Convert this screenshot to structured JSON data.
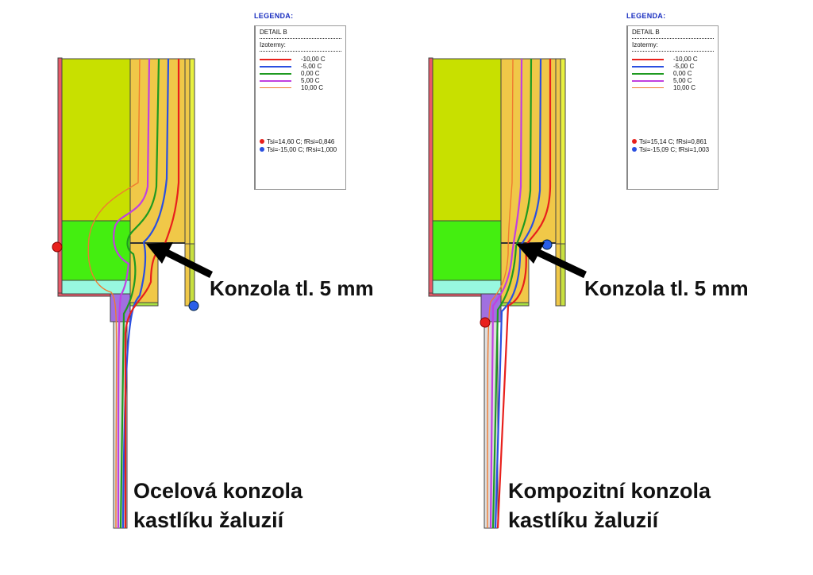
{
  "legend_title": "LEGENDA:",
  "isotherm_colors": [
    "#e8201c",
    "#2a4fe0",
    "#1e9a20",
    "#c040e0",
    "#f07a30"
  ],
  "panels": [
    {
      "legend": {
        "detail": "DETAIL B",
        "isotherms_label": "Izotermy:",
        "isotherms": [
          "-10,00 C",
          "-5,00 C",
          "0,00 C",
          "5,00 C",
          "10,00 C"
        ],
        "points": [
          "Tsi=14,60 C; fRsi=0,846",
          "Tsi=-15,00 C; fRsi=1,000"
        ]
      },
      "callout": "Konzola tl. 5 mm",
      "caption_line1": "Ocelová konzola",
      "caption_line2": "kastlíku žaluzií"
    },
    {
      "legend": {
        "detail": "DETAIL B",
        "isotherms_label": "Izotermy:",
        "isotherms": [
          "-10,00 C",
          "-5,00 C",
          "0,00 C",
          "5,00 C",
          "10,00 C"
        ],
        "points": [
          "Tsi=15,14 C; fRsi=0,861",
          "Tsi=-15,09 C; fRsi=1,003"
        ]
      },
      "callout": "Konzola tl. 5 mm",
      "caption_line1": "Kompozitní konzola",
      "caption_line2": "kastlíku žaluzií"
    }
  ]
}
